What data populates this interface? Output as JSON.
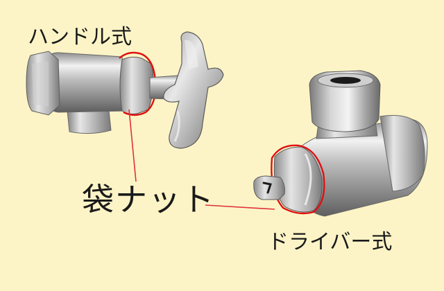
{
  "labels": {
    "handle_type": "ハンドル式",
    "cap_nut": "袋ナット",
    "driver_type": "ドライバー式"
  },
  "colors": {
    "background": "#fcf4c6",
    "highlight": "#e01010",
    "leader_line": "#e0303a",
    "metal_light": "#dcdcdc",
    "metal_mid": "#a9a9a9",
    "metal_dark": "#6e6e6e"
  },
  "icons": {
    "handle_valve": "handle-type-faucet-valve",
    "driver_valve": "driver-type-faucet-valve"
  }
}
